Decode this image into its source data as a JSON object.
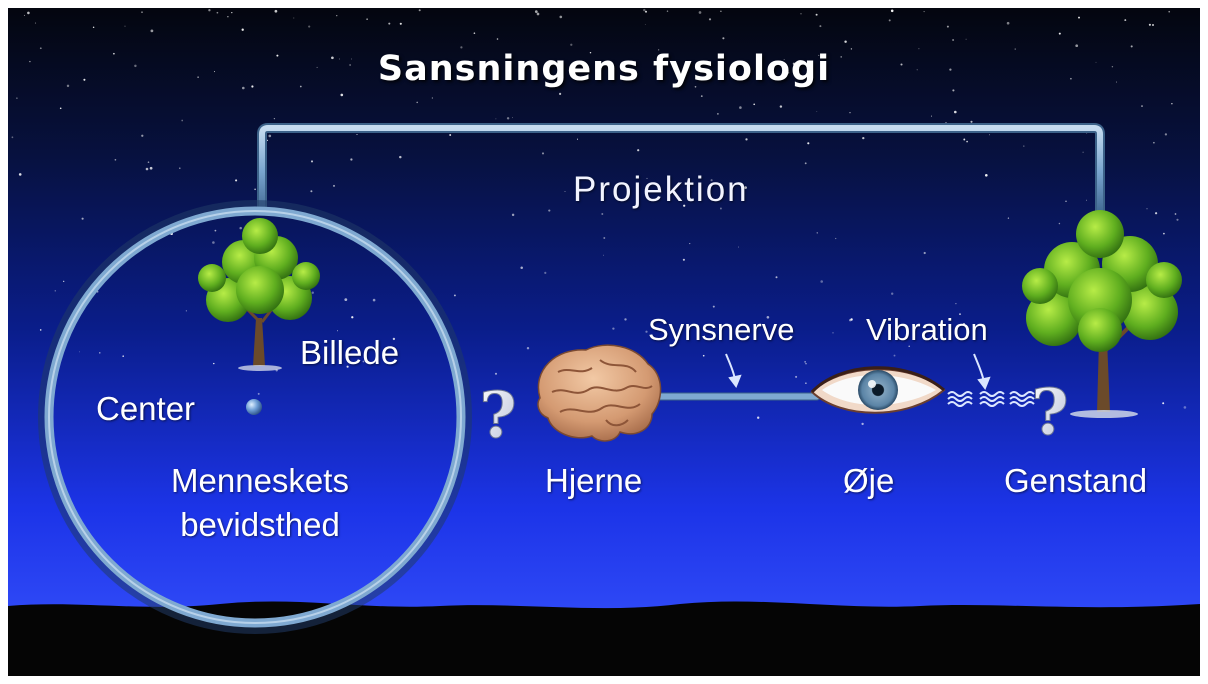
{
  "slide": {
    "title": "Sansningens fysiologi",
    "projection_label": "Projektion"
  },
  "labels": {
    "image": "Billede",
    "center": "Center",
    "consciousness": "Menneskets bevidsthed",
    "optic_nerve": "Synsnerve",
    "vibration": "Vibration",
    "brain": "Hjerne",
    "eye": "Øje",
    "object": "Genstand"
  },
  "icons": [
    "tree-icon",
    "brain-icon",
    "eye-icon",
    "question-mark-icon",
    "wave-icon",
    "center-dot-icon"
  ],
  "colors": {
    "sky_top": "#050818",
    "sky_middle": "#0b1f8f",
    "sky_bottom": "#2e46ff",
    "tube": "#7aa6cf",
    "ground": "#050505",
    "text": "#ffffff"
  }
}
